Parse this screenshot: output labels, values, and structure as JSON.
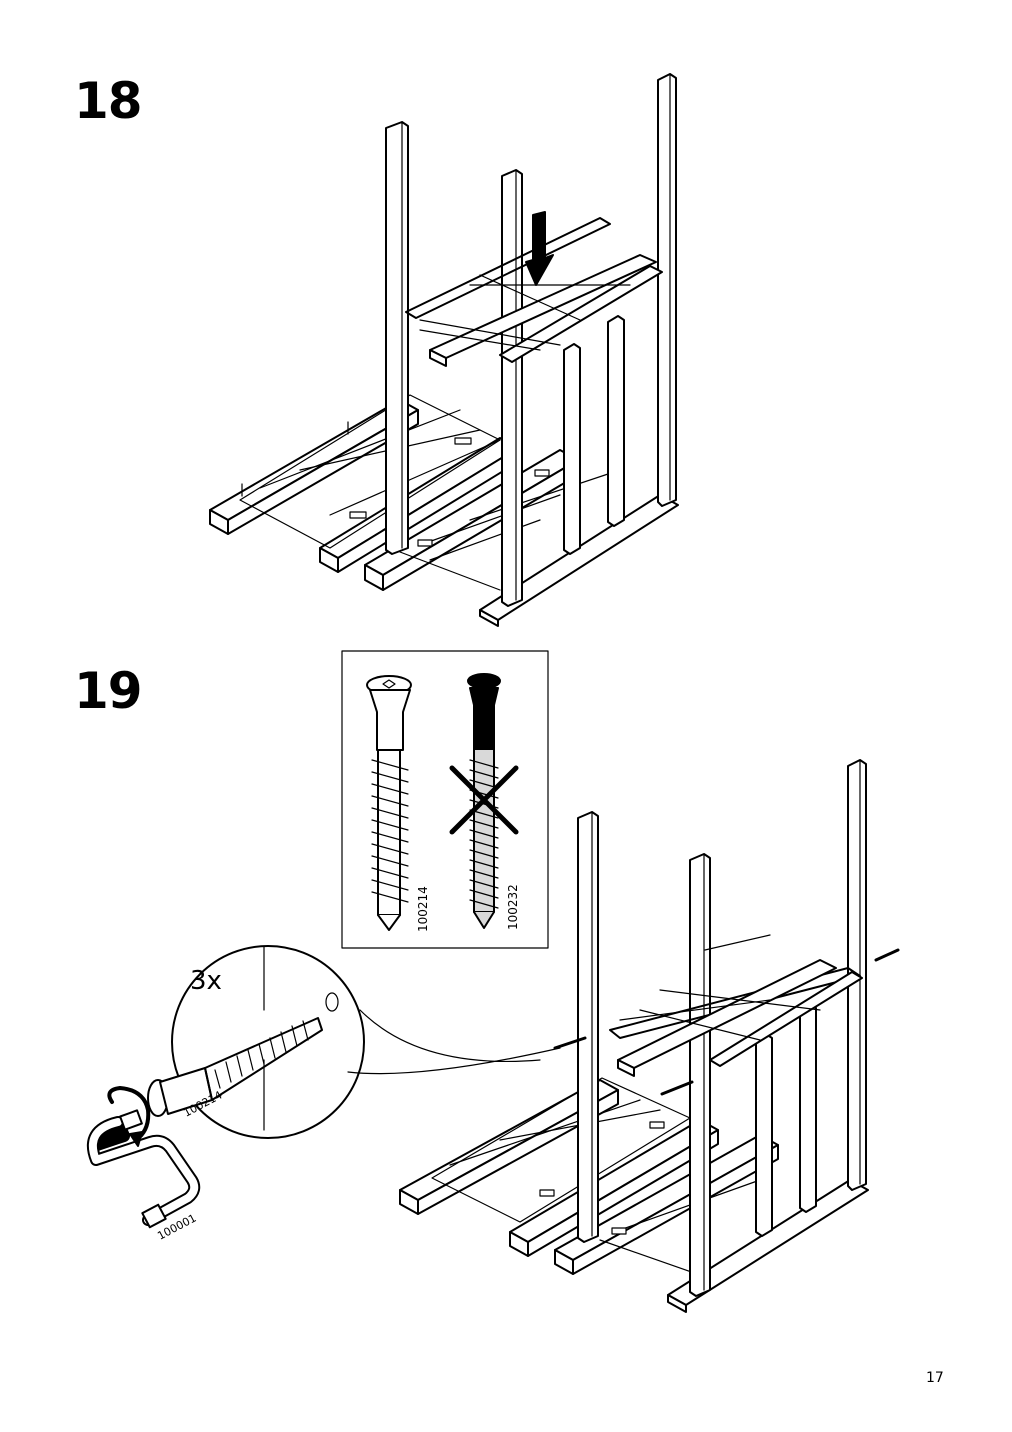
{
  "steps": [
    {
      "number": "18"
    },
    {
      "number": "19",
      "quantity": "3x",
      "screw_codes": {
        "correct": "100214",
        "wrong": "100232"
      },
      "tool_code": "100001",
      "callout_code": "100214"
    }
  ],
  "page_number": "17",
  "icons": [
    "down-arrow-icon",
    "rotate-arrow-icon",
    "cross-mark-icon"
  ]
}
